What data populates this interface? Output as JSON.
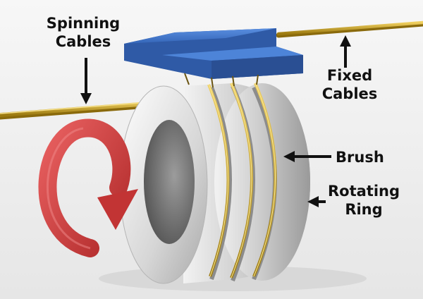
{
  "labels": {
    "spinning_cables": [
      "Spinning",
      "Cables"
    ],
    "fixed_cables": [
      "Fixed",
      "Cables"
    ],
    "brush": "Brush",
    "rotating_ring": [
      "Rotating",
      "Ring"
    ]
  },
  "colors": {
    "background": "#f4f4f4",
    "ring_metal": "#c9c9c9",
    "ring_inner": "#6f6f6f",
    "brush_block": "#3f74c9",
    "cable_gold": "#c9a21c",
    "arrow_red": "#cc3c3c",
    "text": "#111111"
  },
  "icons": {
    "rotation": "curved-red-arrow-icon",
    "pointer": "black-arrow-icon"
  }
}
